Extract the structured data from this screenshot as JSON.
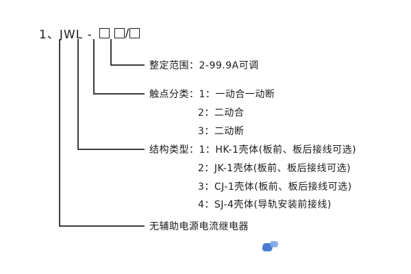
{
  "title": {
    "prefix": "1、JWL -",
    "slash": "/"
  },
  "diagram": {
    "setting_range": {
      "label": "整定范围：2-99.9A可调"
    },
    "contact": {
      "label": "触点分类：1：一动合一动断",
      "items": [
        "2：二动合",
        "3：二动断"
      ]
    },
    "structure": {
      "label": "结构类型：1：HK-1壳体(板前、板后接线可选)",
      "items": [
        "2：JK-1壳体(板前、板后接线可选)",
        "3：CJ-1壳体(板前、板后接线可选)",
        "4：SJ-4壳体(导轨安装前接线)"
      ]
    },
    "product": {
      "label": "无辅助电源电流继电器"
    }
  },
  "watermark": {
    "icon": "watermark-logo",
    "color": "#4a7bd0"
  }
}
